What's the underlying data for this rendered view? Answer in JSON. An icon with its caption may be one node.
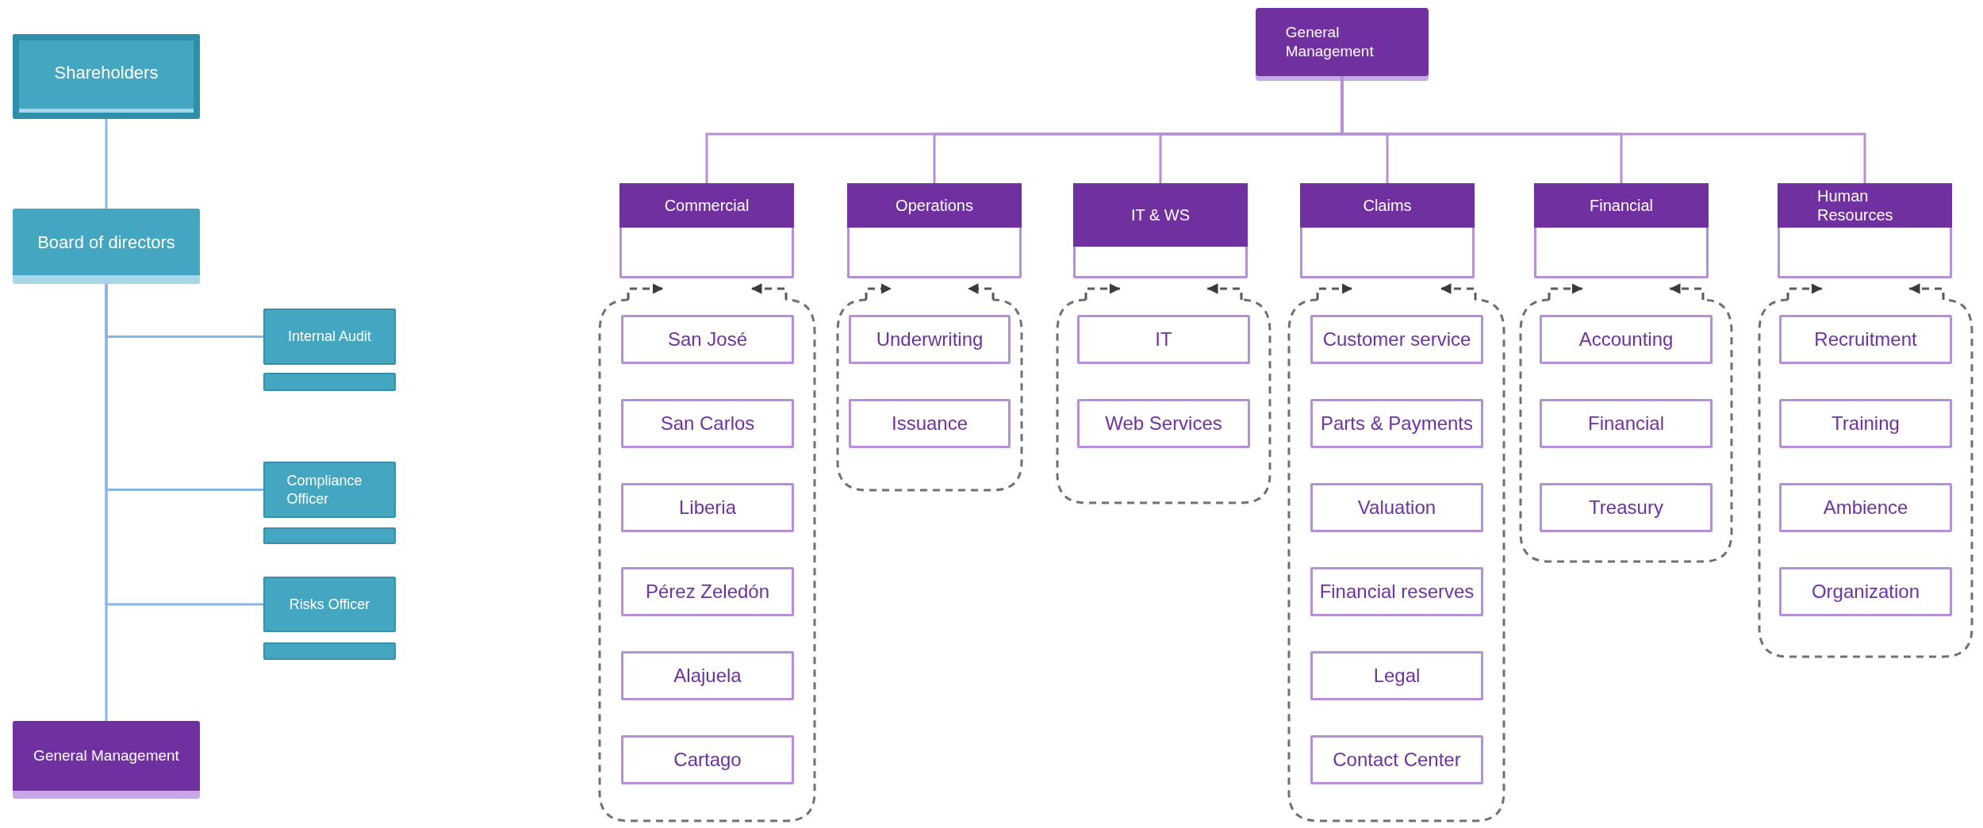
{
  "diagram": {
    "nodes": [
      {
        "text": [
          "Shareholders"
        ]
      },
      {
        "text": [
          "Board of directors"
        ]
      },
      {
        "text": [
          "Internal Audit"
        ]
      },
      {
        "text": [],
        "shape": "bar"
      },
      {
        "text": [
          "Compliance Officer"
        ]
      },
      {
        "text": [],
        "shape": "bar"
      },
      {
        "text": [
          "Risks Officer"
        ]
      },
      {
        "text": [],
        "shape": "bar"
      },
      {
        "text": [
          "General Management"
        ]
      },
      {
        "text": [
          "General Management"
        ]
      },
      {
        "text": [
          "Commercial"
        ]
      },
      {
        "text": [
          "Operations"
        ]
      },
      {
        "text": [
          "IT & WS"
        ]
      },
      {
        "text": [
          "Claims"
        ]
      },
      {
        "text": [
          "Financial"
        ]
      },
      {
        "text": [
          "Human Resources"
        ]
      },
      {
        "text": [],
        "shape": "box"
      },
      {
        "text": [
          "San José"
        ],
        "in": 16
      },
      {
        "text": [
          "San Carlos"
        ],
        "in": 16
      },
      {
        "text": [
          "Liberia"
        ],
        "in": 16
      },
      {
        "text": [
          "Pérez Zeledón"
        ],
        "in": 16
      },
      {
        "text": [
          "Alajuela"
        ],
        "in": 16
      },
      {
        "text": [
          "Cartago"
        ],
        "in": 16
      },
      {
        "text": [],
        "shape": "box"
      },
      {
        "text": [
          "Underwriting"
        ],
        "in": 23
      },
      {
        "text": [
          "Issuance"
        ],
        "in": 23
      },
      {
        "text": [],
        "shape": "box"
      },
      {
        "text": [
          "IT"
        ],
        "in": 26
      },
      {
        "text": [
          "Web Services"
        ],
        "in": 26
      },
      {
        "text": [],
        "shape": "box"
      },
      {
        "text": [
          "Customer service"
        ],
        "in": 29
      },
      {
        "text": [
          "Parts & Payments"
        ],
        "in": 29
      },
      {
        "text": [
          "Valuation"
        ],
        "in": 29
      },
      {
        "text": [
          "Financial reserves"
        ],
        "in": 29
      },
      {
        "text": [
          "Legal"
        ],
        "in": 29
      },
      {
        "text": [
          "Contact Center"
        ],
        "in": 29
      },
      {
        "text": [],
        "shape": "box"
      },
      {
        "text": [
          "Accounting"
        ],
        "in": 36
      },
      {
        "text": [
          "Financial"
        ],
        "in": 36
      },
      {
        "text": [
          "Treasury"
        ],
        "in": 36
      },
      {
        "text": [],
        "shape": "box"
      },
      {
        "text": [
          "Recruitment"
        ],
        "in": 40
      },
      {
        "text": [
          "Training"
        ],
        "in": 40
      },
      {
        "text": [
          "Ambience"
        ],
        "in": 40
      },
      {
        "text": [
          "Organization"
        ],
        "in": 40
      }
    ],
    "edges": [
      {
        "from": 0,
        "to": 1,
        "arrow": "none",
        "color": "#8ab4e8"
      },
      {
        "from": 1,
        "to": 2,
        "arrow": "none",
        "color": "#8ab4e8"
      },
      {
        "from": 1,
        "to": 4,
        "arrow": "none",
        "color": "#8ab4e8"
      },
      {
        "from": 1,
        "to": 6,
        "arrow": "none",
        "color": "#8ab4e8"
      },
      {
        "from": 1,
        "to": 8,
        "arrow": "none",
        "color": "#8ab4e8"
      },
      {
        "from": 9,
        "to": 10,
        "arrow": "none",
        "color": "#b68fd6"
      },
      {
        "from": 9,
        "to": 11,
        "arrow": "none",
        "color": "#b68fd6"
      },
      {
        "from": 9,
        "to": 12,
        "arrow": "none",
        "color": "#b68fd6"
      },
      {
        "from": 9,
        "to": 13,
        "arrow": "none",
        "color": "#b68fd6"
      },
      {
        "from": 9,
        "to": 14,
        "arrow": "none",
        "color": "#b68fd6"
      },
      {
        "from": 9,
        "to": 15,
        "arrow": "none",
        "color": "#b68fd6"
      },
      {
        "from": 16,
        "to": 10,
        "arrow": "to",
        "style": "dashed"
      },
      {
        "from": 16,
        "to": 10,
        "arrow": "to",
        "style": "dashed"
      },
      {
        "from": 23,
        "to": 11,
        "arrow": "to",
        "style": "dashed"
      },
      {
        "from": 23,
        "to": 11,
        "arrow": "to",
        "style": "dashed"
      },
      {
        "from": 26,
        "to": 12,
        "arrow": "to",
        "style": "dashed"
      },
      {
        "from": 26,
        "to": 12,
        "arrow": "to",
        "style": "dashed"
      },
      {
        "from": 29,
        "to": 13,
        "arrow": "to",
        "style": "dashed"
      },
      {
        "from": 29,
        "to": 13,
        "arrow": "to",
        "style": "dashed"
      },
      {
        "from": 36,
        "to": 14,
        "arrow": "to",
        "style": "dashed"
      },
      {
        "from": 36,
        "to": 14,
        "arrow": "to",
        "style": "dashed"
      },
      {
        "from": 40,
        "to": 15,
        "arrow": "to",
        "style": "dashed"
      },
      {
        "from": 40,
        "to": 15,
        "arrow": "to",
        "style": "dashed"
      }
    ]
  }
}
